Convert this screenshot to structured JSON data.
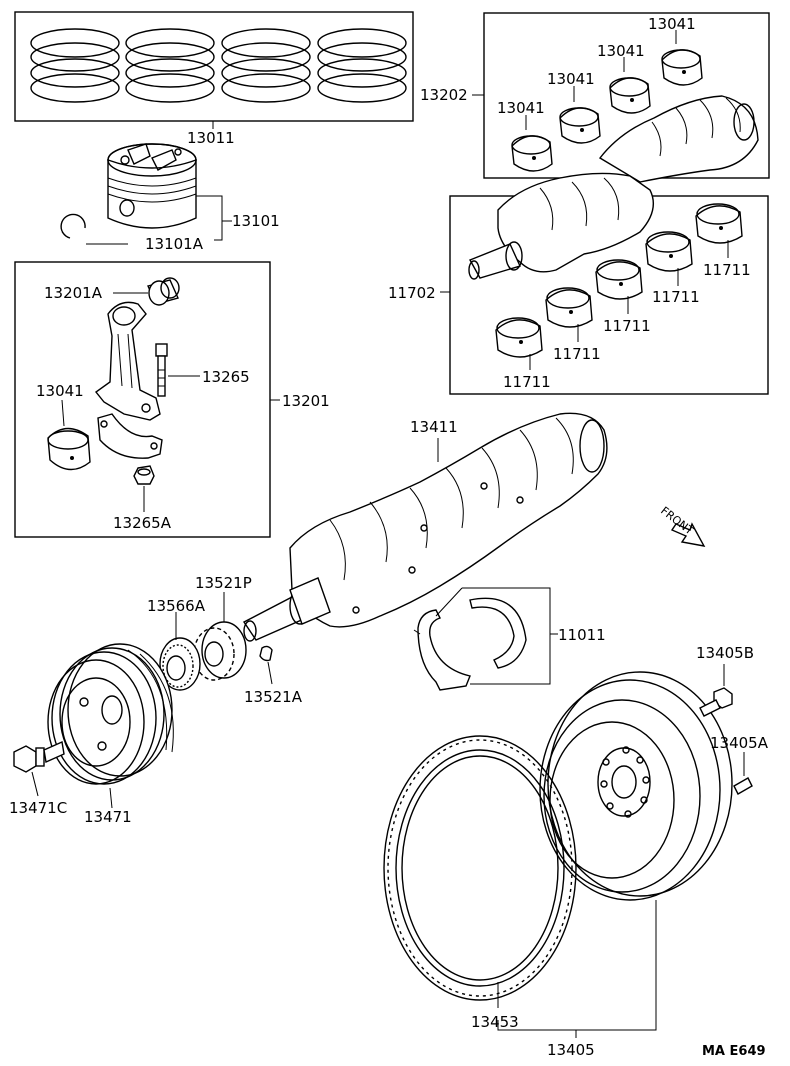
{
  "diagram": {
    "part_numbers": {
      "piston_rings": "13011",
      "piston": "13101",
      "piston_pin_clip": "13101A",
      "connecting_rod_assembly": "13201",
      "connecting_rod_bushing": "13201A",
      "connecting_rod_bolt": "13265",
      "connecting_rod_nut": "13265A",
      "connecting_rod_bearing": "13041",
      "main_bearing_set": "13202",
      "main_bearing_upper_1": "13041",
      "main_bearing_upper_2": "13041",
      "main_bearing_upper_3": "13041",
      "main_bearing_upper_4": "13041",
      "crankshaft_bearing_set": "11702",
      "crankshaft_bearing_1": "11711",
      "crankshaft_bearing_2": "11711",
      "crankshaft_bearing_3": "11711",
      "crankshaft_bearing_4": "11711",
      "crankshaft_bearing_5": "11711",
      "crankshaft": "13411",
      "thrust_washer_set": "11011",
      "crankshaft_timing_gear": "13521P",
      "timing_gear_key": "13521A",
      "oil_pump_drive_spacer": "13566A",
      "crankshaft_pulley": "13471",
      "crankshaft_pulley_bolt": "13471C",
      "flywheel_assembly": "13405",
      "flywheel_bolt": "13405B",
      "flywheel_dowel_pin": "13405A",
      "ring_gear": "13453"
    },
    "direction_label": "FRONT",
    "figure_code": "MA E649"
  }
}
